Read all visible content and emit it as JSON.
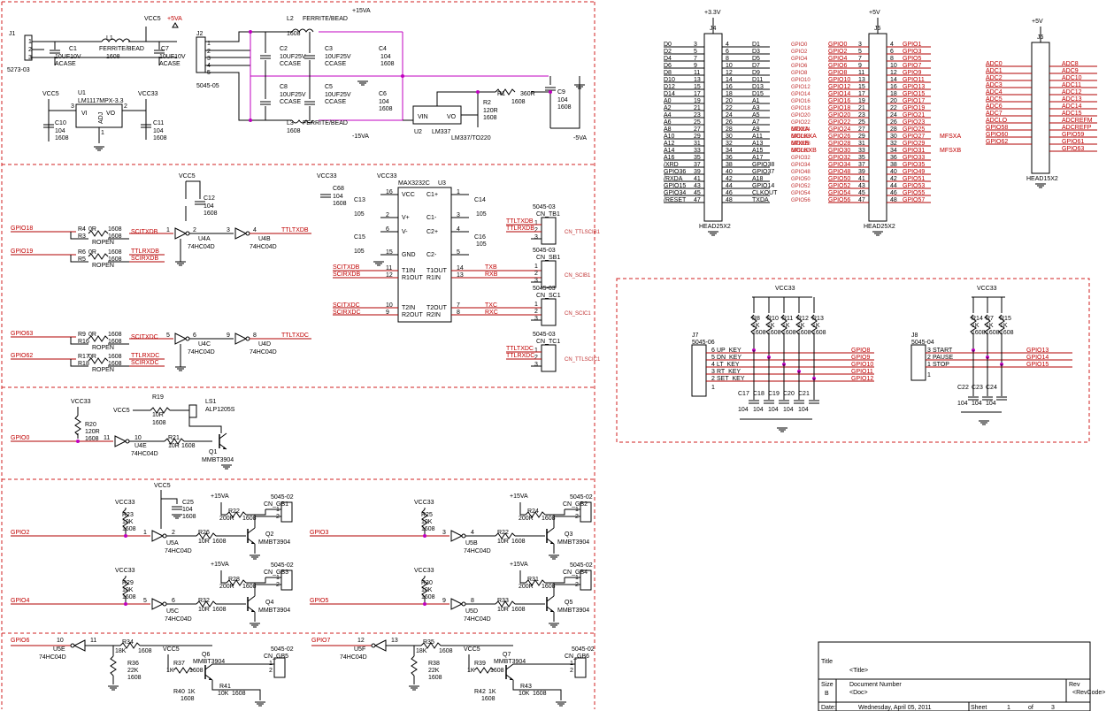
{
  "power_section": {
    "j1": {
      "ref": "J1",
      "part": "5273-03",
      "pins": [
        "1",
        "2",
        "3"
      ]
    },
    "c1": {
      "ref": "C1",
      "value": "10UF10V",
      "type": "ACASE"
    },
    "l1": {
      "ref": "L1",
      "value": "FERRITE/BEAD",
      "size": "1608"
    },
    "c7": {
      "ref": "C7",
      "value": "10UF10V",
      "type": "ACASE"
    },
    "vcc5_label": "VCC5",
    "plus5v": "+5VA",
    "u1": {
      "ref": "U1",
      "part": "LM1117MPX-3.3",
      "vi": "VI",
      "vo": "VO",
      "adj": "ADJ",
      "pins": [
        "3",
        "2",
        "1"
      ]
    },
    "vcc5b": "VCC5",
    "vcc33": "VCC33",
    "c10": {
      "ref": "C10",
      "value": "104",
      "size": "1608"
    },
    "c11": {
      "ref": "C11",
      "value": "104",
      "size": "1608"
    },
    "j2": {
      "ref": "J2",
      "part": "5045-05",
      "pins": [
        "1",
        "2",
        "3",
        "4",
        "5"
      ]
    },
    "l2": {
      "ref": "L2",
      "value": "FERRITE/BEAD",
      "size": "1608"
    },
    "l3": {
      "ref": "L3",
      "value": "FERRITE/BEAD",
      "size": "1608"
    },
    "c2": {
      "ref": "C2",
      "value": "10UF25V",
      "type": "CCASE"
    },
    "c3": {
      "ref": "C3",
      "value": "10UF25V",
      "type": "CCASE"
    },
    "c8": {
      "ref": "C8",
      "value": "10UF25V",
      "type": "CCASE"
    },
    "c5": {
      "ref": "C5",
      "value": "10UF25V",
      "type": "CCASE"
    },
    "c4": {
      "ref": "C4",
      "value": "104",
      "size": "1608"
    },
    "c6": {
      "ref": "C6",
      "value": "104",
      "size": "1608"
    },
    "c9": {
      "ref": "C9",
      "value": "104",
      "size": "1608"
    },
    "plus15": "+15VA",
    "minus15": "-15VA",
    "minus5": "-5VA",
    "u2": {
      "ref": "U2",
      "part": "LM337",
      "pkg": "LM337/TO220",
      "vin": "VIN",
      "vo": "VO",
      "adj": "ADJ"
    },
    "r1": {
      "ref": "R1",
      "value": "360R",
      "size": "1608"
    },
    "r2": {
      "ref": "R2",
      "value": "120R",
      "size": "1608"
    }
  },
  "serial_section": {
    "vcc5": "VCC5",
    "vcc33": "VCC33",
    "c12": {
      "ref": "C12",
      "value": "104",
      "size": "1608"
    },
    "c68": {
      "ref": "C68",
      "value": "104",
      "size": "1608"
    },
    "c13": {
      "ref": "C13",
      "value": "105"
    },
    "c14": {
      "ref": "C14",
      "value": "105"
    },
    "c15": {
      "ref": "C15",
      "value": "105"
    },
    "c16": {
      "ref": "C16",
      "value": "105"
    },
    "u3": {
      "ref": "U3",
      "part": "MAX3232C",
      "left": [
        [
          "16",
          "VCC"
        ],
        [
          "2",
          "V+"
        ],
        [
          "6",
          "V-"
        ],
        [
          "15",
          "GND"
        ],
        [
          "11",
          "T1IN"
        ],
        [
          "12",
          "R1OUT"
        ],
        [
          "10",
          "T2IN"
        ],
        [
          "9",
          "R2OUT"
        ]
      ],
      "right": [
        [
          "1",
          "C1+"
        ],
        [
          "3",
          "C1-"
        ],
        [
          "4",
          "C2+"
        ],
        [
          "5",
          "C2-"
        ],
        [
          "14",
          "T1OUT"
        ],
        [
          "13",
          "R1IN"
        ],
        [
          "7",
          "T2OUT"
        ],
        [
          "8",
          "R2IN"
        ]
      ]
    },
    "rows": [
      {
        "gpio": "GPIO18",
        "r_a": "R4",
        "r_a_val": "0R",
        "r_a_size": "1608",
        "r_b": "R3",
        "r_b_val": "1608",
        "r_b_open": "ROPEN",
        "net": "SCITXDB",
        "gate_a": "U4A",
        "gate_b": "U4B",
        "pa": [
          "1",
          "2"
        ],
        "pb": [
          "3",
          "4"
        ],
        "gate_part": "74HC04D",
        "out": "TTLTXDB"
      },
      {
        "gpio": "GPIO19",
        "r_a": "R6",
        "r_a_val": "0R",
        "r_a_size": "1608",
        "r_b": "R5",
        "r_b_val": "1608",
        "r_b_open": "ROPEN",
        "net": "TTLRXDB",
        "net2": "SCIRXDB"
      },
      {
        "gpio": "GPIO63",
        "r_a": "R9",
        "r_a_val": "0R",
        "r_a_size": "1608",
        "r_b": "R16",
        "r_b_val": "1608",
        "r_b_open": "ROPEN",
        "net": "SCITXDC",
        "gate_a": "U4C",
        "gate_b": "U4D",
        "pa": [
          "5",
          "6"
        ],
        "pb": [
          "9",
          "8"
        ],
        "gate_part": "74HC04D",
        "out": "TTLTXDC"
      },
      {
        "gpio": "GPIO62",
        "r_a": "R17",
        "r_a_val": "0R",
        "r_a_size": "1608",
        "r_b": "R18",
        "r_b_val": "1608",
        "r_b_open": "ROPEN",
        "net": "TTLRXDC",
        "net2": "SCIRXDC"
      }
    ],
    "u3_left_nets": [
      "SCITXDB",
      "SCIRXDB",
      "SCITXDC",
      "SCIRXDC"
    ],
    "u3_right_nets": [
      "TXB",
      "RXB",
      "TXC",
      "RXC"
    ],
    "connectors": [
      {
        "ref": "CN_TB1",
        "part": "5045-03",
        "nets": [
          "TTLTXDB",
          "TTLRXDB"
        ],
        "tag": "CN_TTLSCIB1"
      },
      {
        "ref": "CN_SB1",
        "part": "5045-03",
        "tag": "CN_SCIB1"
      },
      {
        "ref": "CN_SC1",
        "part": "5045-03",
        "tag": "CN_SCIC1"
      },
      {
        "ref": "CN_TC1",
        "part": "5045-03",
        "nets": [
          "TTLTXDC",
          "TTLRXDC"
        ],
        "tag": "CN_TTLSCIC1"
      }
    ]
  },
  "buzzer_section": {
    "vcc33": "VCC33",
    "vcc5": "VCC5",
    "gpio": "GPIO0",
    "r20": {
      "ref": "R20",
      "value": "120R",
      "size": "1608"
    },
    "r19": {
      "ref": "R19",
      "value": "10R",
      "size": "1608"
    },
    "r21": {
      "ref": "R21",
      "value": "10R",
      "size": "1608"
    },
    "ls1": {
      "ref": "LS1",
      "part": "ALP1205S"
    },
    "gate": {
      "ref": "U4E",
      "part": "74HC04D",
      "pins": [
        "11",
        "10"
      ]
    },
    "q1": {
      "ref": "Q1",
      "part": "MMBT3904"
    }
  },
  "drivers": [
    {
      "gpio": "GPIO2",
      "gate": "U5A",
      "gate_part": "74HC04D",
      "pins": [
        "1",
        "2"
      ],
      "rpull": "R23",
      "rpull_val": "10K",
      "rpull_size": "1608",
      "rbase": "R26",
      "rbase_val": "10R",
      "rbase_size": "1608",
      "rload": "R22",
      "rload_val": "200R",
      "rload_size": "1608",
      "q": "Q2",
      "q_part": "MMBT3904",
      "cn": "CN_GB1",
      "cn_part": "5045-02",
      "cap": "C25",
      "cap_val": "104",
      "cap_size": "1608",
      "v": "+15VA"
    },
    {
      "gpio": "GPIO3",
      "gate": "U5B",
      "gate_part": "74HC04D",
      "pins": [
        "3",
        "4"
      ],
      "rpull": "R25",
      "rpull_val": "10K",
      "rpull_size": "1608",
      "rbase": "R22",
      "rbase_val": "10R",
      "rbase_size": "1608",
      "rload": "R24",
      "rload_val": "200R",
      "rload_size": "1608",
      "q": "Q3",
      "q_part": "MMBT3904",
      "cn": "CN_GB2",
      "cn_part": "5045-02",
      "v": "+15VA"
    },
    {
      "gpio": "GPIO4",
      "gate": "U5C",
      "gate_part": "74HC04D",
      "pins": [
        "5",
        "6"
      ],
      "rpull": "R29",
      "rpull_val": "10K",
      "rpull_size": "1608",
      "rbase": "R32",
      "rbase_val": "10R",
      "rbase_size": "1608",
      "rload": "R28",
      "rload_val": "200R",
      "rload_size": "1608",
      "q": "Q4",
      "q_part": "MMBT3904",
      "cn": "CN_GB3",
      "cn_part": "5045-02",
      "v": "+15VA"
    },
    {
      "gpio": "GPIO5",
      "gate": "U5D",
      "gate_part": "74HC04D",
      "pins": [
        "9",
        "8"
      ],
      "rpull": "R30",
      "rpull_val": "10K",
      "rpull_size": "1608",
      "rbase": "R33",
      "rbase_val": "10R",
      "rbase_size": "1608",
      "rload": "R31",
      "rload_val": "200R",
      "rload_size": "1608",
      "q": "Q5",
      "q_part": "MMBT3904",
      "cn": "CN_GB4",
      "cn_part": "5045-02",
      "v": "+15VA"
    }
  ],
  "drivers_b": [
    {
      "gpio": "GPIO6",
      "gate": "U5E",
      "gate_part": "74HC04D",
      "pins": [
        "10",
        "11"
      ],
      "r34": "R34",
      "r34_val": "18K",
      "r34_size": "1608",
      "r36": "R36",
      "r36_val": "22K",
      "r36_size": "1608",
      "r37": "R37",
      "r37_val": "1K",
      "r37_size": "1608",
      "r40": "R40",
      "r40_val": "1K",
      "r40_size": "1608",
      "r41": "R41",
      "r41_val": "10K",
      "r41_size": "1608",
      "q": "Q6",
      "q_part": "MMBT3904",
      "cn": "CN_GB5",
      "cn_part": "5045-02",
      "vcc5": "VCC5"
    },
    {
      "gpio": "GPIO7",
      "gate": "U5F",
      "gate_part": "74HC04D",
      "pins": [
        "12",
        "13"
      ],
      "r34": "R35",
      "r34_val": "18K",
      "r34_size": "1608",
      "r36": "R38",
      "r36_val": "22K",
      "r36_size": "1608",
      "r37": "R39",
      "r37_val": "1K",
      "r37_size": "1608",
      "r40": "R42",
      "r40_val": "1K",
      "r40_size": "1608",
      "r41": "R43",
      "r41_val": "10K",
      "r41_size": "1608",
      "q": "Q7",
      "q_part": "MMBT3904",
      "cn": "CN_GB6",
      "cn_part": "5045-02",
      "vcc5": "VCC5"
    }
  ],
  "headers": {
    "j4": {
      "ref": "J4",
      "part": "HEAD25X2",
      "supply": "+3.3V",
      "left": [
        "D0",
        "D2",
        "D4",
        "D6",
        "D8",
        "D10",
        "D12",
        "D14",
        "A0",
        "A2",
        "A4",
        "A6",
        "A8",
        "A10",
        "A12",
        "A14",
        "A16",
        "/XRD",
        "GPIO36",
        "/RXDA",
        "GPIO15",
        "GPIO34",
        "/RESET"
      ],
      "right": [
        "D1",
        "D3",
        "D5",
        "D7",
        "D9",
        "D11",
        "D13",
        "D15",
        "A1",
        "A3",
        "A5",
        "A7",
        "A9",
        "A11",
        "A13",
        "A15",
        "A17",
        "GPIO38",
        "GPIO37",
        "A18",
        "GPIO14",
        "CLKOUT",
        "TXDA"
      ]
    },
    "j5": {
      "ref": "J5",
      "part": "HEAD25X2",
      "supply": "+5V",
      "faint_left": [
        "GPIO0",
        "GPIO2",
        "GPIO4",
        "GPIO6",
        "GPIO8",
        "GPIO10",
        "GPIO12",
        "GPIO14",
        "GPIO16",
        "GPIO18",
        "GPIO20",
        "GPIO22",
        "GPIO24",
        "GPIO26",
        "GPIO28",
        "GPIO30",
        "GPIO32",
        "GPIO34",
        "GPIO48",
        "GPIO50",
        "GPIO52",
        "GPIO54",
        "GPIO56"
      ],
      "left": [
        "GPIO0",
        "GPIO2",
        "GPIO4",
        "GPIO6",
        "GPIO8",
        "GPIO10",
        "GPIO12",
        "GPIO14",
        "GPIO16",
        "GPIO18",
        "GPIO20",
        "GPIO22",
        "GPIO24",
        "GPIO26",
        "GPIO28",
        "GPIO30",
        "GPIO32",
        "GPIO34",
        "GPIO48",
        "GPIO50",
        "GPIO52",
        "GPIO54",
        "GPIO56"
      ],
      "right": [
        "GPIO1",
        "GPIO3",
        "GPIO5",
        "GPIO7",
        "GPIO9",
        "GPIO11",
        "GPIO13",
        "GPIO15",
        "GPIO17",
        "GPIO19",
        "GPIO21",
        "GPIO23",
        "GPIO25",
        "GPIO27",
        "GPIO29",
        "GPIO31",
        "GPIO33",
        "GPIO35",
        "GPIO49",
        "GPIO51",
        "GPIO53",
        "GPIO55",
        "GPIO57"
      ],
      "mcb_left": [
        "MDXA",
        "MCLKXA",
        "MDXB",
        "MCLKXB"
      ],
      "mcb_right": [
        "MFSXA",
        "MFSXB"
      ]
    },
    "j6": {
      "ref": "J6",
      "part": "HEAD15X2",
      "supply": "+5V",
      "left": [
        "ADC0",
        "ADC1",
        "ADC2",
        "ADC3",
        "ADC4",
        "ADC5",
        "ADC6",
        "ADC7",
        "ADCLO",
        "GPIO58",
        "GPIO60",
        "GPIO62"
      ],
      "right": [
        "ADC8",
        "ADC9",
        "ADC10",
        "ADC11",
        "ADC12",
        "ADC13",
        "ADC14",
        "ADC15",
        "ADCREFM",
        "ADCREFP",
        "GPIO59",
        "GPIO61",
        "GPIO63"
      ]
    }
  },
  "keypad": {
    "vcc33": "VCC33",
    "j7": {
      "ref": "J7",
      "part": "5045-06",
      "keys": [
        "UP_KEY",
        "DN_KEY",
        "LT_KEY",
        "RT_KEY",
        "SET_KEY"
      ],
      "gpios": [
        "GPIO8",
        "GPIO9",
        "GPIO10",
        "GPIO11",
        "GPIO12"
      ]
    },
    "pullups_a": [
      [
        "R8",
        "1K",
        "1608"
      ],
      [
        "R10",
        "1K",
        "1608"
      ],
      [
        "R11",
        "1K",
        "1608"
      ],
      [
        "R12",
        "1K",
        "1608"
      ],
      [
        "R13",
        "1K",
        "1608"
      ]
    ],
    "caps_a": [
      [
        "C17",
        "104"
      ],
      [
        "C18",
        "104"
      ],
      [
        "C19",
        "104"
      ],
      [
        "C20",
        "104"
      ],
      [
        "C21",
        "104"
      ]
    ],
    "j8": {
      "ref": "J8",
      "part": "5045-04",
      "keys": [
        "START",
        "PAUSE",
        "STOP"
      ],
      "gpios": [
        "GPIO13",
        "GPIO14",
        "GPIO15"
      ]
    },
    "pullups_b": [
      [
        "R14",
        "1K",
        "1608"
      ],
      [
        "R7",
        "1K",
        "1608"
      ],
      [
        "R15",
        "1K",
        "1608"
      ]
    ],
    "caps_b": [
      [
        "C22",
        "104"
      ],
      [
        "C23",
        "104"
      ],
      [
        "C24",
        "104"
      ]
    ]
  },
  "title_block": {
    "title_label": "Title",
    "title": "<Title>",
    "size_label": "Size",
    "size": "B",
    "docnum_label": "Document Number",
    "docnum": "<Doc>",
    "rev_label": "Rev",
    "rev": "<RevCode>",
    "date_label": "Date:",
    "date": "Wednesday, April 05, 2011",
    "sheet_label": "Sheet",
    "sheet": "1",
    "of_label": "of",
    "sheets": "3"
  }
}
